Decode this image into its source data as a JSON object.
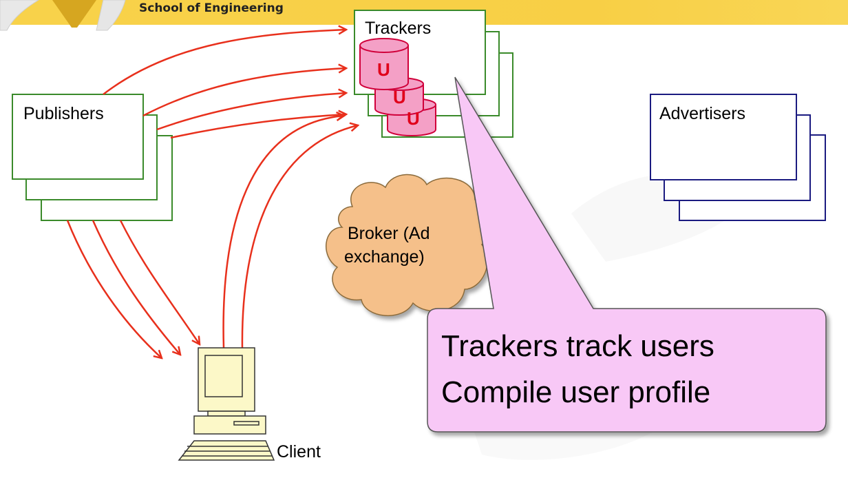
{
  "header": {
    "school": "School of Engineering"
  },
  "nodes": {
    "trackers": "Trackers",
    "publishers": "Publishers",
    "advertisers": "Advertisers",
    "client": "Client",
    "broker_line1": "Broker  (Ad",
    "broker_line2": "exchange)",
    "user_db_letter": "U"
  },
  "callout": {
    "line1": "Trackers track users",
    "line2": "Compile user profile"
  },
  "colors": {
    "header": "#f8d24a",
    "tracker_border": "#3a8a2a",
    "advertiser_border": "#1a1a80",
    "arrow": "#e8301c",
    "cylinder": "#f4a0c6",
    "cylinder_border": "#d0003a",
    "cloud": "#f5c08a",
    "callout": "#f8c8f6",
    "client_fill": "#fcf8c8"
  }
}
